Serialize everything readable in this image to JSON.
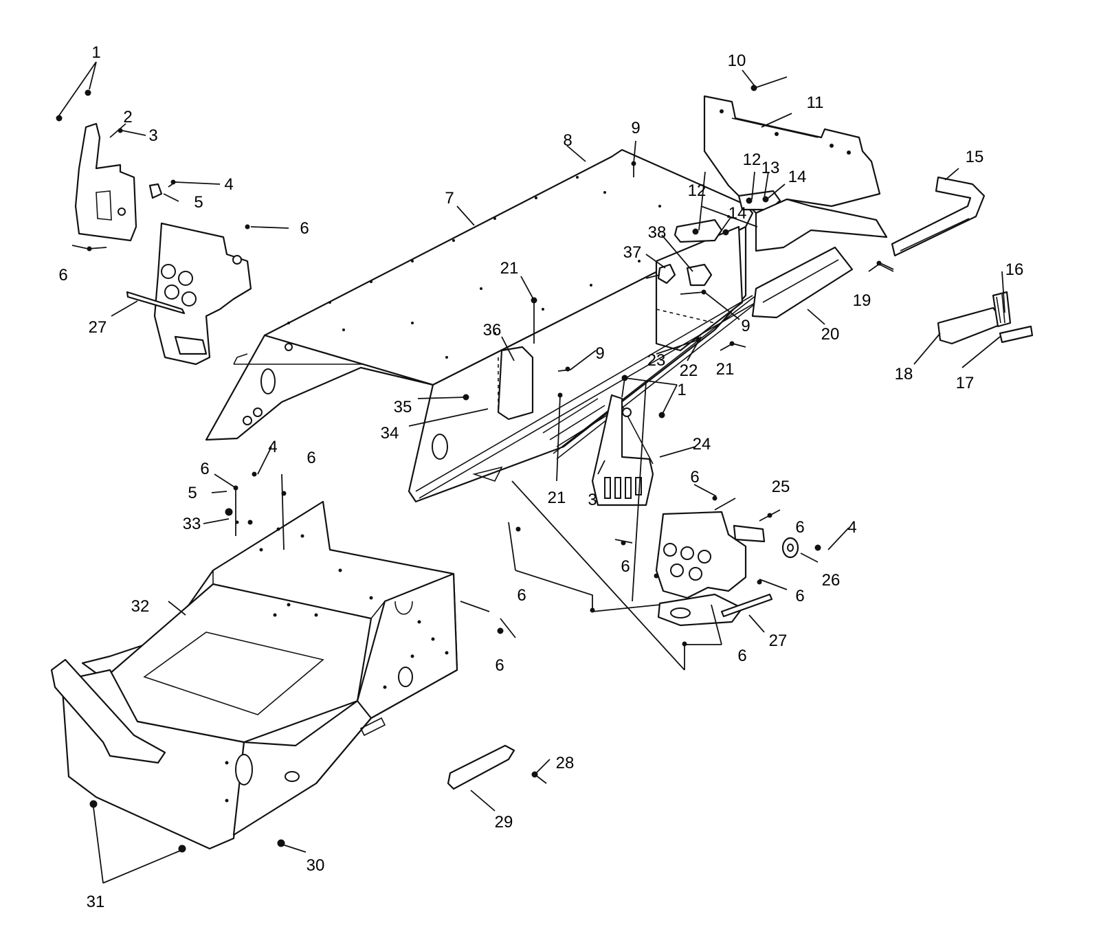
{
  "callouts": [
    {
      "id": "c1a",
      "text": "1"
    },
    {
      "id": "c2",
      "text": "2"
    },
    {
      "id": "c3a",
      "text": "3"
    },
    {
      "id": "c4a",
      "text": "4"
    },
    {
      "id": "c5a",
      "text": "5"
    },
    {
      "id": "c6a",
      "text": "6"
    },
    {
      "id": "c6b",
      "text": "6"
    },
    {
      "id": "c27a",
      "text": "27"
    },
    {
      "id": "c10",
      "text": "10"
    },
    {
      "id": "c11",
      "text": "11"
    },
    {
      "id": "c9a",
      "text": "9"
    },
    {
      "id": "c8",
      "text": "8"
    },
    {
      "id": "c7",
      "text": "7"
    },
    {
      "id": "c12a",
      "text": "12"
    },
    {
      "id": "c13",
      "text": "13"
    },
    {
      "id": "c14a",
      "text": "14"
    },
    {
      "id": "c12b",
      "text": "12"
    },
    {
      "id": "c14b",
      "text": "14"
    },
    {
      "id": "c15",
      "text": "15"
    },
    {
      "id": "c38",
      "text": "38"
    },
    {
      "id": "c37",
      "text": "37"
    },
    {
      "id": "c21a",
      "text": "21"
    },
    {
      "id": "c19",
      "text": "19"
    },
    {
      "id": "c16",
      "text": "16"
    },
    {
      "id": "c20",
      "text": "20"
    },
    {
      "id": "c9b",
      "text": "9"
    },
    {
      "id": "c36",
      "text": "36"
    },
    {
      "id": "c9c",
      "text": "9"
    },
    {
      "id": "c23",
      "text": "23"
    },
    {
      "id": "c22",
      "text": "22"
    },
    {
      "id": "c21b",
      "text": "21"
    },
    {
      "id": "c18",
      "text": "18"
    },
    {
      "id": "c17",
      "text": "17"
    },
    {
      "id": "c1b",
      "text": "1"
    },
    {
      "id": "c35",
      "text": "35"
    },
    {
      "id": "c34",
      "text": "34"
    },
    {
      "id": "c24",
      "text": "24"
    },
    {
      "id": "c6c",
      "text": "6"
    },
    {
      "id": "c4b",
      "text": "4"
    },
    {
      "id": "c6d",
      "text": "6"
    },
    {
      "id": "c5b",
      "text": "5"
    },
    {
      "id": "c3b",
      "text": "3"
    },
    {
      "id": "c21c",
      "text": "21"
    },
    {
      "id": "c6e",
      "text": "6"
    },
    {
      "id": "c25",
      "text": "25"
    },
    {
      "id": "c33",
      "text": "33"
    },
    {
      "id": "c6f",
      "text": "6"
    },
    {
      "id": "c4c",
      "text": "4"
    },
    {
      "id": "c26",
      "text": "26"
    },
    {
      "id": "c6g",
      "text": "6"
    },
    {
      "id": "c6h",
      "text": "6"
    },
    {
      "id": "c6i",
      "text": "6"
    },
    {
      "id": "c32",
      "text": "32"
    },
    {
      "id": "c27b",
      "text": "27"
    },
    {
      "id": "c6j",
      "text": "6"
    },
    {
      "id": "c6k",
      "text": "6"
    },
    {
      "id": "c28",
      "text": "28"
    },
    {
      "id": "c29",
      "text": "29"
    },
    {
      "id": "c30",
      "text": "30"
    },
    {
      "id": "c31",
      "text": "31"
    }
  ]
}
